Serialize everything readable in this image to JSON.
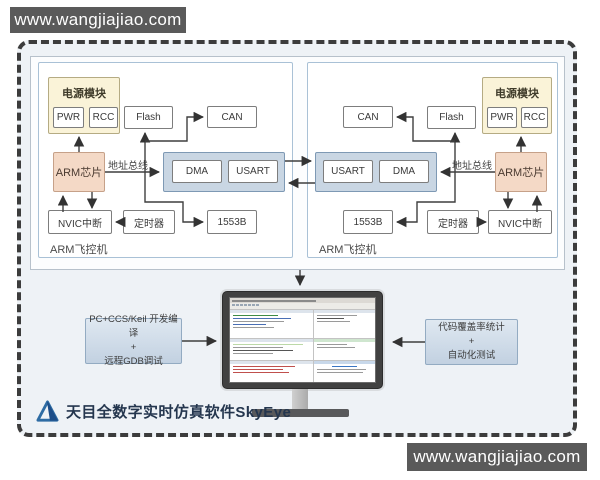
{
  "watermark": {
    "text": "www.wangjiajiao.com"
  },
  "blocks": {
    "left": {
      "label": "ARM飞控机",
      "power": {
        "title": "电源模块",
        "items": [
          "PWR",
          "RCC"
        ]
      },
      "flash": "Flash",
      "can": "CAN",
      "arm": "ARM芯片",
      "bus_label": "地址总线",
      "dma": "DMA",
      "usart": "USART",
      "nvic": "NVIC中断",
      "timer": "定时器",
      "mil1553b": "1553B"
    },
    "right": {
      "label": "ARM飞控机",
      "power": {
        "title": "电源模块",
        "items": [
          "PWR",
          "RCC"
        ]
      },
      "flash": "Flash",
      "can": "CAN",
      "arm": "ARM芯片",
      "bus_label": "地址总线",
      "dma": "DMA",
      "usart": "USART",
      "nvic": "NVIC中断",
      "timer": "定时器",
      "mil1553b": "1553B"
    }
  },
  "bottom": {
    "dev_box": {
      "line1": "PC+CCS/Keil 开发编译",
      "line2": "+",
      "line3": "远程GDB调试"
    },
    "test_box": {
      "line1": "代码覆盖率统计",
      "line2": "+",
      "line3": "自动化测试"
    },
    "logo_text": "天目全数字实时仿真软件SkyEye"
  },
  "colors": {
    "power_fill": "#faf3d8",
    "arm_fill": "#f4d9c6",
    "bus_container_fill": "#c9d6e3",
    "block_border": "#a9c1d6",
    "flow_box_fill": "#cdd9e7",
    "frame_dash": "#3c3c3c",
    "watermark_bg": "#5a5a5a",
    "logo_blue": "#2e6ca4"
  }
}
